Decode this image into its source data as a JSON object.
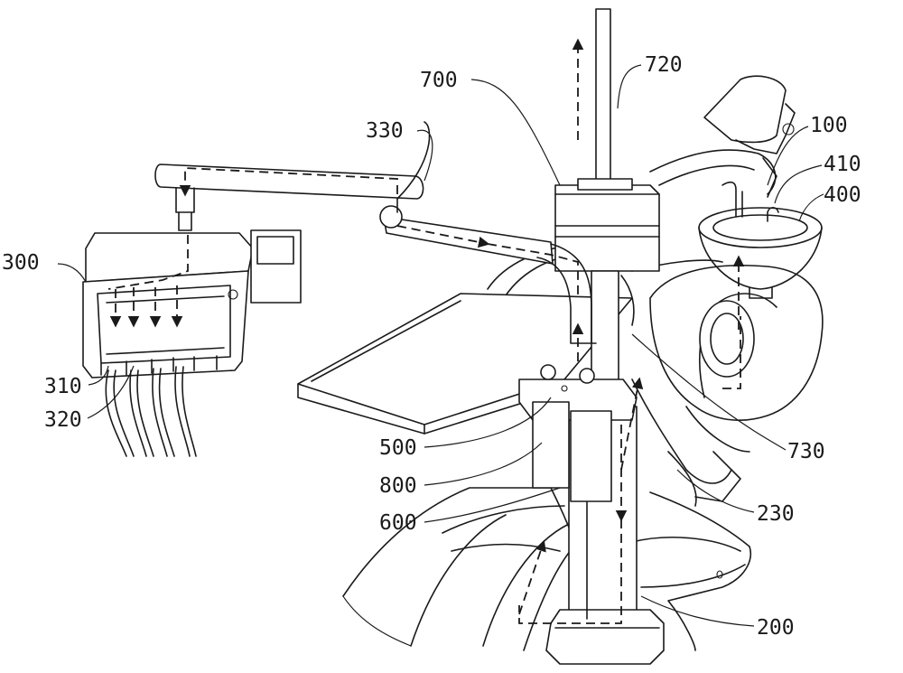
{
  "labels": [
    {
      "text": "720"
    },
    {
      "text": "700"
    },
    {
      "text": "330"
    },
    {
      "text": "100"
    },
    {
      "text": "410"
    },
    {
      "text": "400"
    },
    {
      "text": "300"
    },
    {
      "text": "310"
    },
    {
      "text": "320"
    },
    {
      "text": "500"
    },
    {
      "text": "800"
    },
    {
      "text": "600"
    },
    {
      "text": "730"
    },
    {
      "text": "230"
    },
    {
      "text": "200"
    }
  ]
}
